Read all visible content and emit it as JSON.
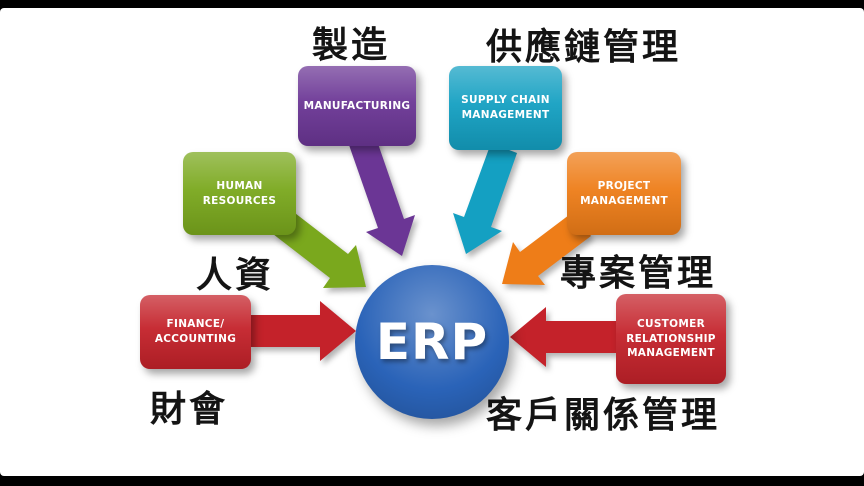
{
  "scene": {
    "background": "#000000",
    "canvas_background": "#ffffff"
  },
  "center": {
    "label": "ERP",
    "color": "#2a63b8"
  },
  "modules": [
    {
      "id": "manufacturing",
      "label": "MANUFACTURING",
      "zh": "製造",
      "color": "#6b3695"
    },
    {
      "id": "supply-chain",
      "label": "SUPPLY CHAIN\nMANAGEMENT",
      "zh": "供應鏈管理",
      "color": "#14a0c2"
    },
    {
      "id": "human-resources",
      "label": "HUMAN\nRESOURCES",
      "zh": "人資",
      "color": "#7aa81d"
    },
    {
      "id": "project-management",
      "label": "PROJECT\nMANAGEMENT",
      "zh": "專案管理",
      "color": "#ee7d18"
    },
    {
      "id": "finance-accounting",
      "label": "FINANCE/\nACCOUNTING",
      "zh": "財會",
      "color": "#c4222a"
    },
    {
      "id": "crm",
      "label": "CUSTOMER\nRELATIONSHIP\nMANAGEMENT",
      "zh": "客戶關係管理",
      "color": "#c4222a"
    }
  ]
}
